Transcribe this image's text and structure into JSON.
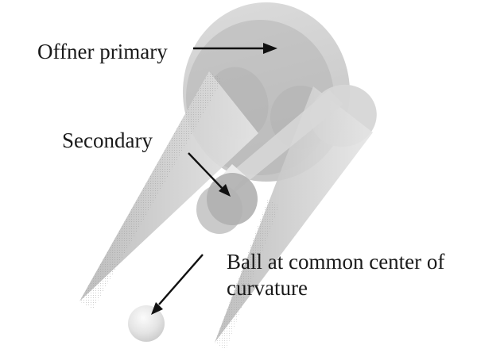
{
  "diagram": {
    "labels": {
      "primary": "Offner primary",
      "secondary": "Secondary",
      "ball_line1": "Ball at common center of",
      "ball_line2": "curvature"
    },
    "colors": {
      "background": "#ffffff",
      "text": "#1a1a1a",
      "arrow": "#111111",
      "sphere_light": "#dcdcdc",
      "sphere_mid": "#c6c6c6",
      "mirror_inner": "#b2b2b2",
      "cone_dark": "#bcbcbc",
      "cone_light": "#e3e3e3",
      "cone_base": "#b0b0b0",
      "cone_cap": "#d6d6d6",
      "beam": "#d8d8d8",
      "beam_highlight": "#ededed",
      "secondary_body": "#cacaca",
      "secondary_face": "#b0b0b0",
      "ball_highlight": "#fbfbfb",
      "ball_mid": "#e4e4e4",
      "ball_shade": "#bcbcbc",
      "stipple_dot": "#9a9a9a"
    }
  }
}
